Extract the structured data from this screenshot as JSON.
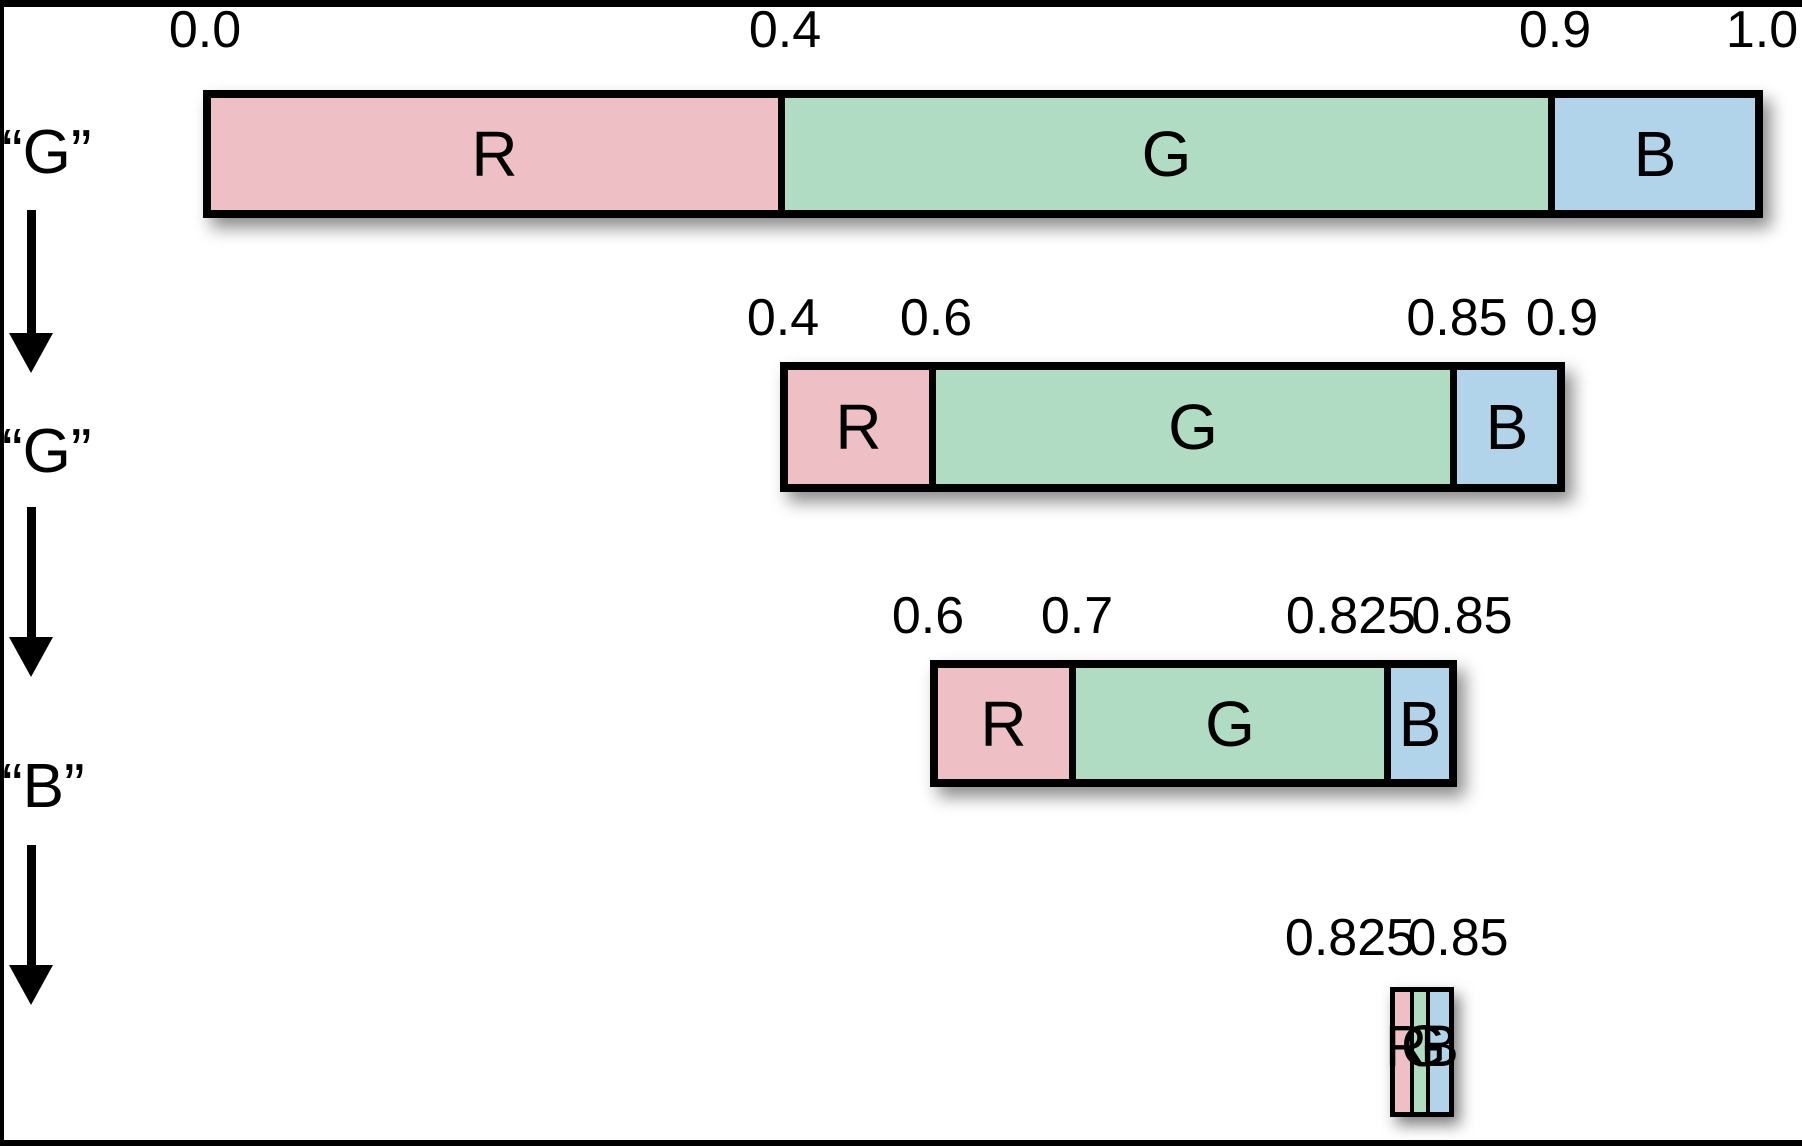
{
  "colors": {
    "r": "#eec0c5",
    "g": "#b0dcc3",
    "b": "#b2d4ea",
    "ink": "#000000"
  },
  "left_sequence": [
    {
      "label": "“G”"
    },
    {
      "label": "“G”"
    },
    {
      "label": "“B”"
    }
  ],
  "rows": [
    {
      "ticks": [
        {
          "label": "0.0"
        },
        {
          "label": "0.4"
        },
        {
          "label": "0.9"
        },
        {
          "label": "1.0"
        }
      ],
      "segments": [
        {
          "label": "R"
        },
        {
          "label": "G"
        },
        {
          "label": "B"
        }
      ]
    },
    {
      "ticks": [
        {
          "label": "0.4"
        },
        {
          "label": "0.6"
        },
        {
          "label": "0.85"
        },
        {
          "label": "0.9"
        }
      ],
      "segments": [
        {
          "label": "R"
        },
        {
          "label": "G"
        },
        {
          "label": "B"
        }
      ]
    },
    {
      "ticks": [
        {
          "label": "0.6"
        },
        {
          "label": "0.7"
        },
        {
          "label": "0.825"
        },
        {
          "label": "0.85"
        }
      ],
      "segments": [
        {
          "label": "R"
        },
        {
          "label": "G"
        },
        {
          "label": "B"
        }
      ]
    },
    {
      "ticks": [
        {
          "label": "0.825"
        },
        {
          "label": "0.85"
        }
      ],
      "segments": [
        {
          "label": "R"
        },
        {
          "label": "G"
        },
        {
          "label": "B"
        }
      ]
    }
  ]
}
